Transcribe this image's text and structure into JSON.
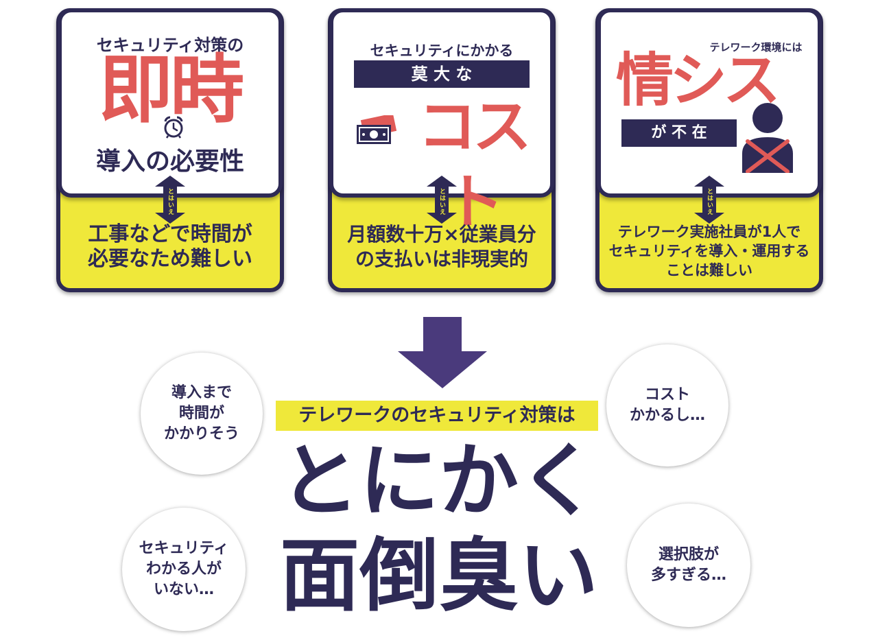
{
  "colors": {
    "navy": "#2e2a55",
    "red": "#e05a57",
    "yellow": "#efe83a",
    "arrow_purple": "#4a3a7c"
  },
  "cards": [
    {
      "top_line": "セキュリティ対策の",
      "big_text": "即時",
      "sub_text": "導入の必要性",
      "icon": "alarm-clock-icon",
      "connector": "とはいえ",
      "bottom_lines": [
        "工事などで時間が",
        "必要なため難しい"
      ]
    },
    {
      "top_line": "セキュリティにかかる",
      "band_text": "莫 大 な",
      "big_text": "コスト",
      "icon": "money-bills-icon",
      "connector": "とはいえ",
      "bottom_lines": [
        "月額数十万×従業員分",
        "の支払いは非現実的"
      ]
    },
    {
      "top_line": "テレワーク環境には",
      "big_text": "情シス",
      "band_text": "が 不 在",
      "icon": "person-crossed-icon",
      "connector": "とはいえ",
      "bottom_lines": [
        "テレワーク実施社員が1人で",
        "セキュリティを導入・運用する",
        "ことは難しい"
      ]
    }
  ],
  "main": {
    "highlight": "テレワークのセキュリティ対策は",
    "big_line1": "とにかく",
    "big_line2": "面倒臭い"
  },
  "bubbles": {
    "top_left": [
      "導入まで",
      "時間が",
      "かかりそう"
    ],
    "top_right": [
      "コスト",
      "かかるし…"
    ],
    "bottom_left": [
      "セキュリティ",
      "わかる人が",
      "いない…"
    ],
    "bottom_right": [
      "選択肢が",
      "多すぎる…"
    ]
  }
}
